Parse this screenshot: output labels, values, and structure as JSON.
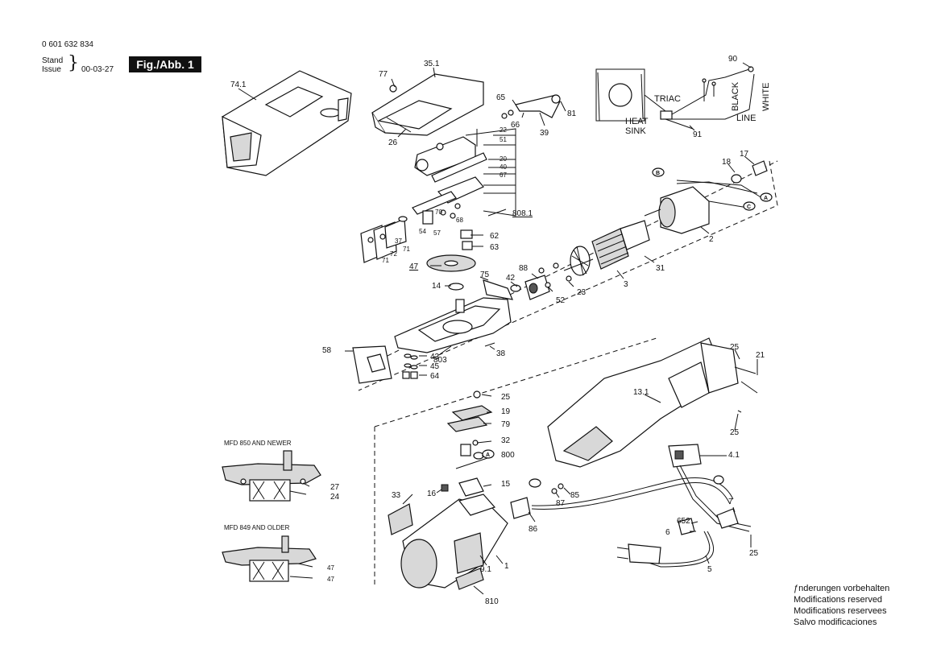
{
  "header": {
    "doc_number": "0 601 632 834",
    "stand": "Stand",
    "issue": "Issue",
    "date": "00-03-27",
    "fig_label": "Fig./Abb. 1"
  },
  "variants": {
    "mfd850": "MFD 850 AND NEWER",
    "mfd849": "MFD 849 AND OLDER"
  },
  "wiring": {
    "triac": "TRIAC",
    "heat": "HEAT",
    "sink": "SINK",
    "black": "BLACK",
    "white": "WHITE",
    "line": "LINE"
  },
  "callouts": [
    "74.1",
    "77",
    "35.1",
    "65",
    "66",
    "81",
    "39",
    "26",
    "22",
    "51",
    "20",
    "40",
    "67",
    "808.1",
    "70",
    "54",
    "57",
    "68",
    "37",
    "71",
    "72",
    "71",
    "62",
    "63",
    "47",
    "14",
    "75",
    "42",
    "88",
    "52",
    "23",
    "58",
    "43",
    "45",
    "64",
    "803",
    "38",
    "90",
    "91",
    "18",
    "17",
    "2",
    "31",
    "3",
    "25",
    "21",
    "13.1",
    "25",
    "4.1",
    "C",
    "7",
    "652",
    "6",
    "25",
    "5",
    "25",
    "19",
    "79",
    "32",
    "800",
    "16",
    "15",
    "B",
    "85",
    "87",
    "86",
    "33",
    "9.1",
    "1",
    "810",
    "27",
    "24",
    "47",
    "47",
    "B",
    "A",
    "C",
    "A"
  ],
  "footer": {
    "lines": [
      "ƒnderungen vorbehalten",
      "Modifications reserved",
      "Modifications reservees",
      "Salvo modificaciones"
    ]
  }
}
